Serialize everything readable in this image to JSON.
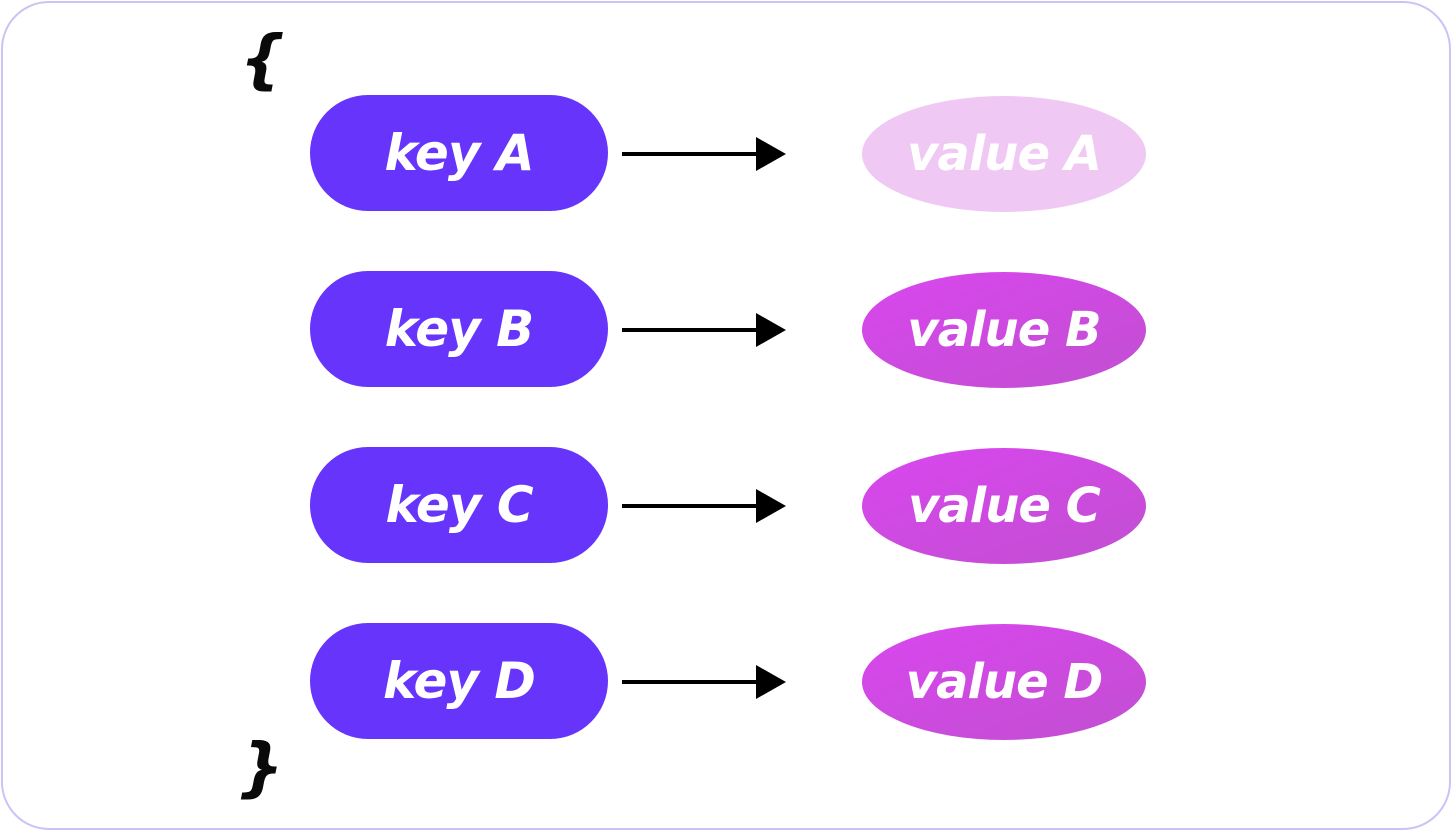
{
  "braces": {
    "open": "{",
    "close": "}"
  },
  "entries": [
    {
      "key": "key A",
      "value": "value A",
      "value_faded": true
    },
    {
      "key": "key B",
      "value": "value B",
      "value_faded": false
    },
    {
      "key": "key C",
      "value": "value C",
      "value_faded": false
    },
    {
      "key": "key D",
      "value": "value D",
      "value_faded": false
    }
  ],
  "colors": {
    "key_fill": "#6634fb",
    "value_fill": "#d946ef",
    "value_faded_fill": "#efc8f3",
    "arrow": "#000000",
    "frame_border": "#cdc2f6"
  }
}
